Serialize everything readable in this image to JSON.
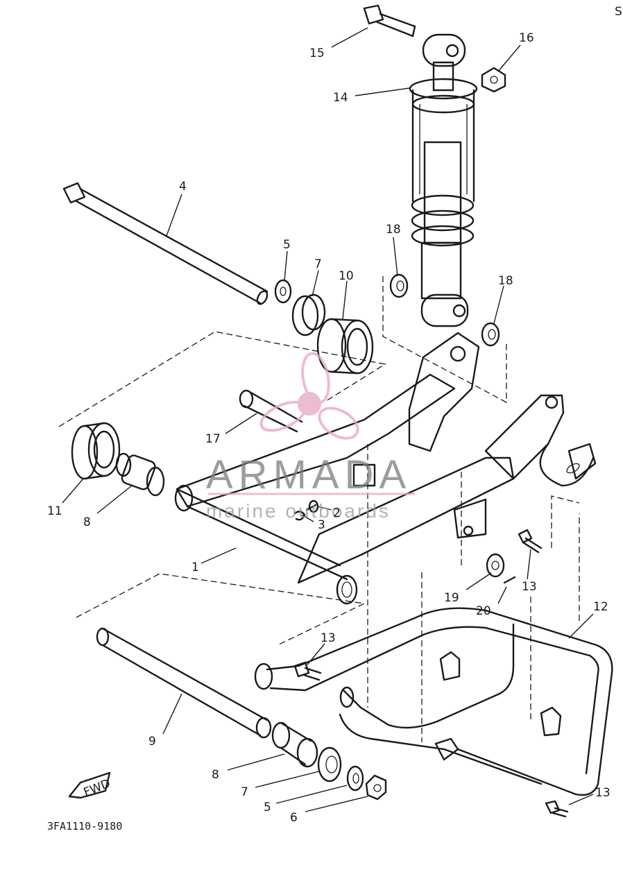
{
  "diagram": {
    "callouts": [
      {
        "id": "c15",
        "text": "15"
      },
      {
        "id": "c16",
        "text": "16"
      },
      {
        "id": "c14",
        "text": "14"
      },
      {
        "id": "c4",
        "text": "4"
      },
      {
        "id": "c18a",
        "text": "18"
      },
      {
        "id": "c18b",
        "text": "18"
      },
      {
        "id": "c5a",
        "text": "5"
      },
      {
        "id": "c7a",
        "text": "7"
      },
      {
        "id": "c10",
        "text": "10"
      },
      {
        "id": "c17",
        "text": "17"
      },
      {
        "id": "c11",
        "text": "11"
      },
      {
        "id": "c8a",
        "text": "8"
      },
      {
        "id": "c2",
        "text": "2"
      },
      {
        "id": "c3",
        "text": "3"
      },
      {
        "id": "c1",
        "text": "1"
      },
      {
        "id": "c19",
        "text": "19"
      },
      {
        "id": "c13a",
        "text": "13"
      },
      {
        "id": "c20",
        "text": "20"
      },
      {
        "id": "c12",
        "text": "12"
      },
      {
        "id": "c13b",
        "text": "13"
      },
      {
        "id": "c9",
        "text": "9"
      },
      {
        "id": "c8b",
        "text": "8"
      },
      {
        "id": "c7b",
        "text": "7"
      },
      {
        "id": "c5b",
        "text": "5"
      },
      {
        "id": "c6",
        "text": "6"
      },
      {
        "id": "c13c",
        "text": "13"
      }
    ],
    "fwd_label": "FWD",
    "drawing_code": "3FA1110-9180",
    "corner_mark": "S"
  },
  "watermark": {
    "title": "ARMADA",
    "subtitle": "marine outboards",
    "logo_color": "#e8a6c4",
    "text_color": "#7d7d7d"
  }
}
